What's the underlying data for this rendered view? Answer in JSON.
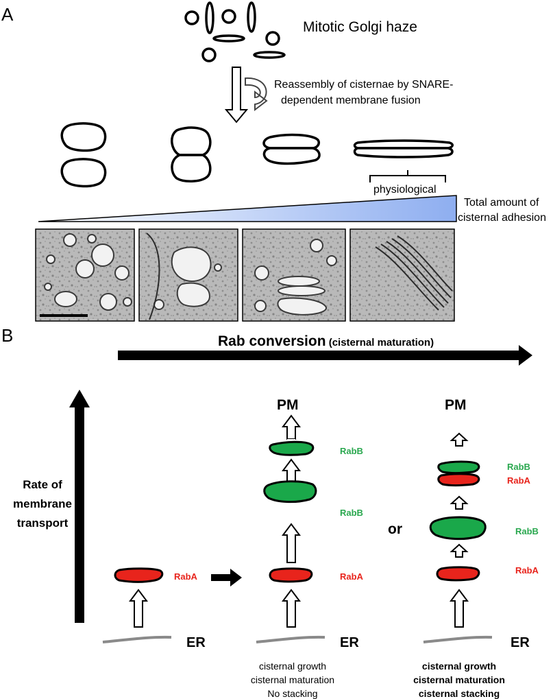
{
  "panel_a": {
    "label": "A",
    "haze_label": "Mitotic Golgi haze",
    "reassembly_line1": "Reassembly of cisternae by SNARE-",
    "reassembly_line2": "dependent membrane fusion",
    "physiological_label": "physiological",
    "adhesion_line1": "Total amount of",
    "adhesion_line2": "cisternal adhesion",
    "micrograph_count": 4
  },
  "panel_b": {
    "label": "B",
    "rab_conversion_bold": "Rab conversion",
    "rab_conversion_paren": " (cisternal maturation)",
    "rate_line1": "Rate of",
    "rate_line2": "membrane",
    "rate_line3": "transport",
    "or_label": "or",
    "pm": "PM",
    "er": "ER",
    "rab_a": "RabA",
    "rab_b": "RabB",
    "middle_caption": [
      "cisternal growth",
      "cisternal maturation",
      "No stacking"
    ],
    "right_caption": [
      "cisternal growth",
      "cisternal maturation",
      "cisternal stacking"
    ]
  },
  "colors": {
    "rab_a_fill": "#e8241c",
    "rab_a_text": "#e8241c",
    "rab_b_fill": "#1aa84a",
    "rab_b_text": "#2aa84f",
    "er_line": "#8a8a8a",
    "wedge_end": "#8eaef0"
  }
}
